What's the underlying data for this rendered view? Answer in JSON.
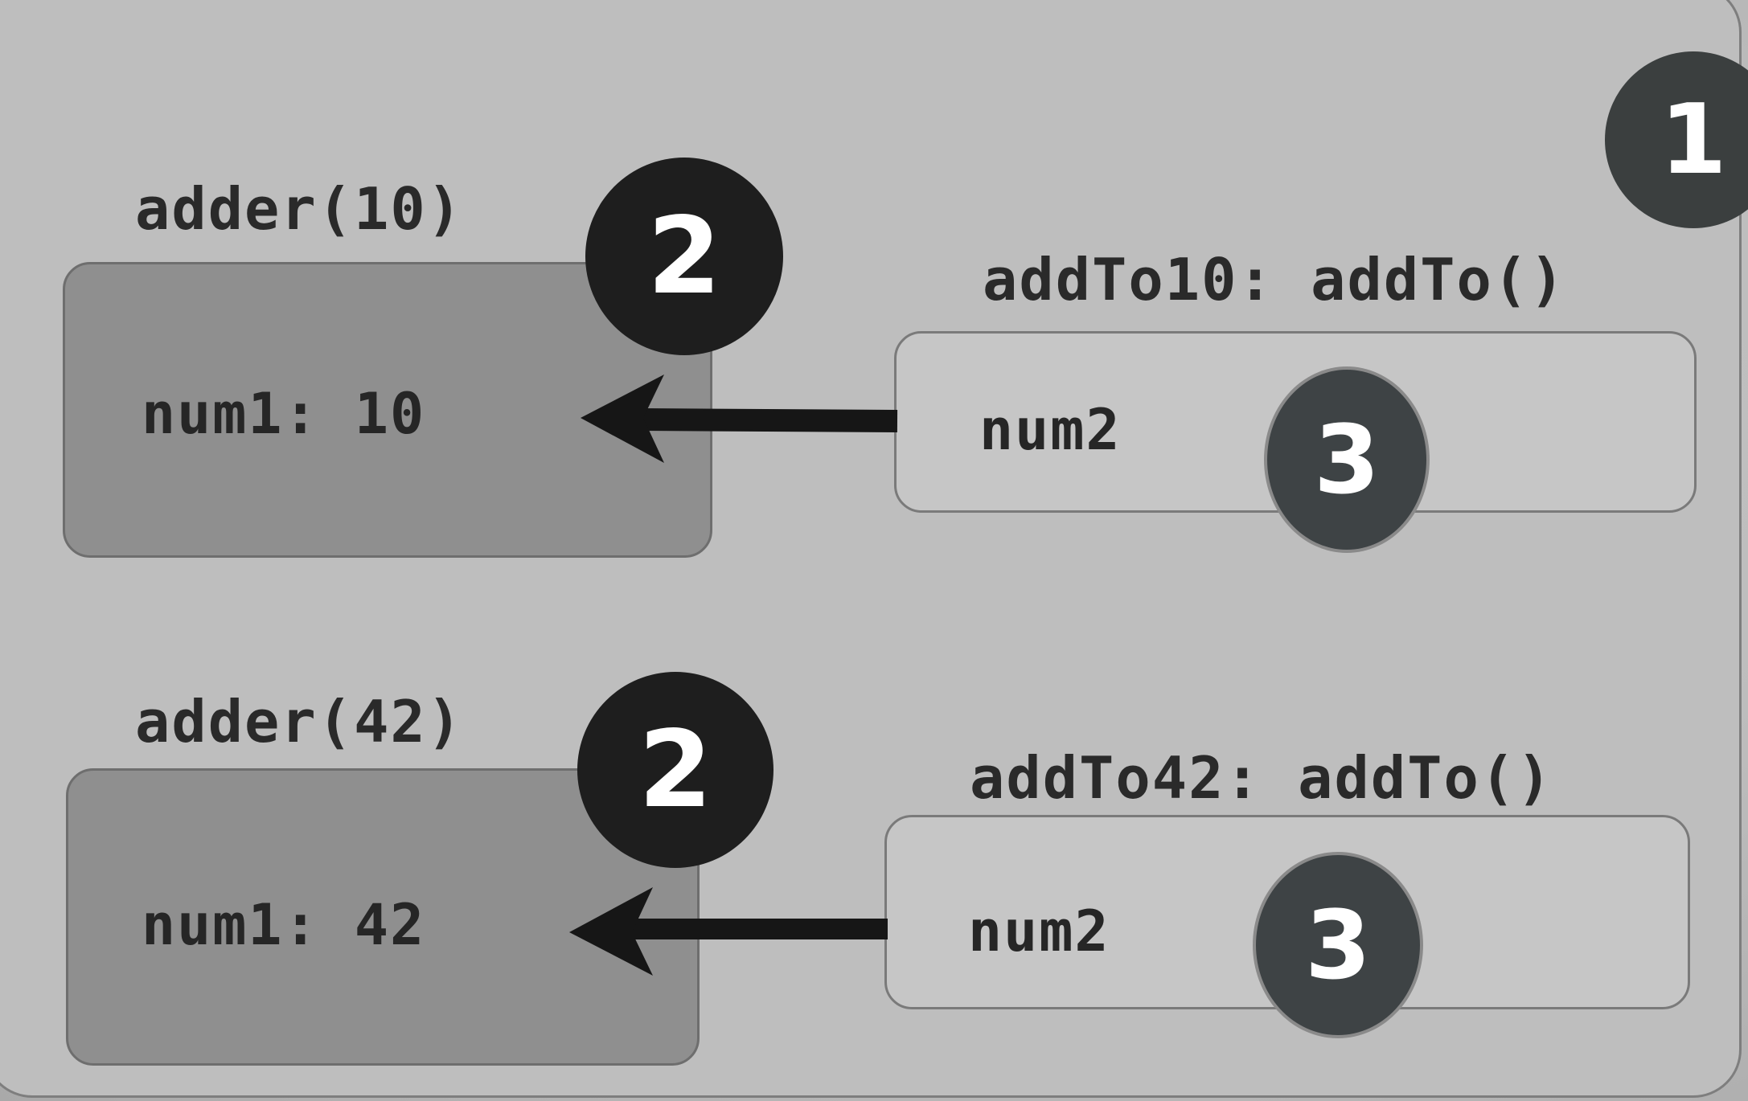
{
  "badges": {
    "global": "1",
    "scope_a": "2",
    "scope_b": "2",
    "closure_a": "3",
    "closure_b": "3"
  },
  "scope_a": {
    "label": "adder(10)",
    "variable": "num1: 10"
  },
  "closure_a": {
    "label": "addTo10: addTo()",
    "variable": "num2"
  },
  "scope_b": {
    "label": "adder(42)",
    "variable": "num1: 42"
  },
  "closure_b": {
    "label": "addTo42: addTo()",
    "variable": "num2"
  }
}
